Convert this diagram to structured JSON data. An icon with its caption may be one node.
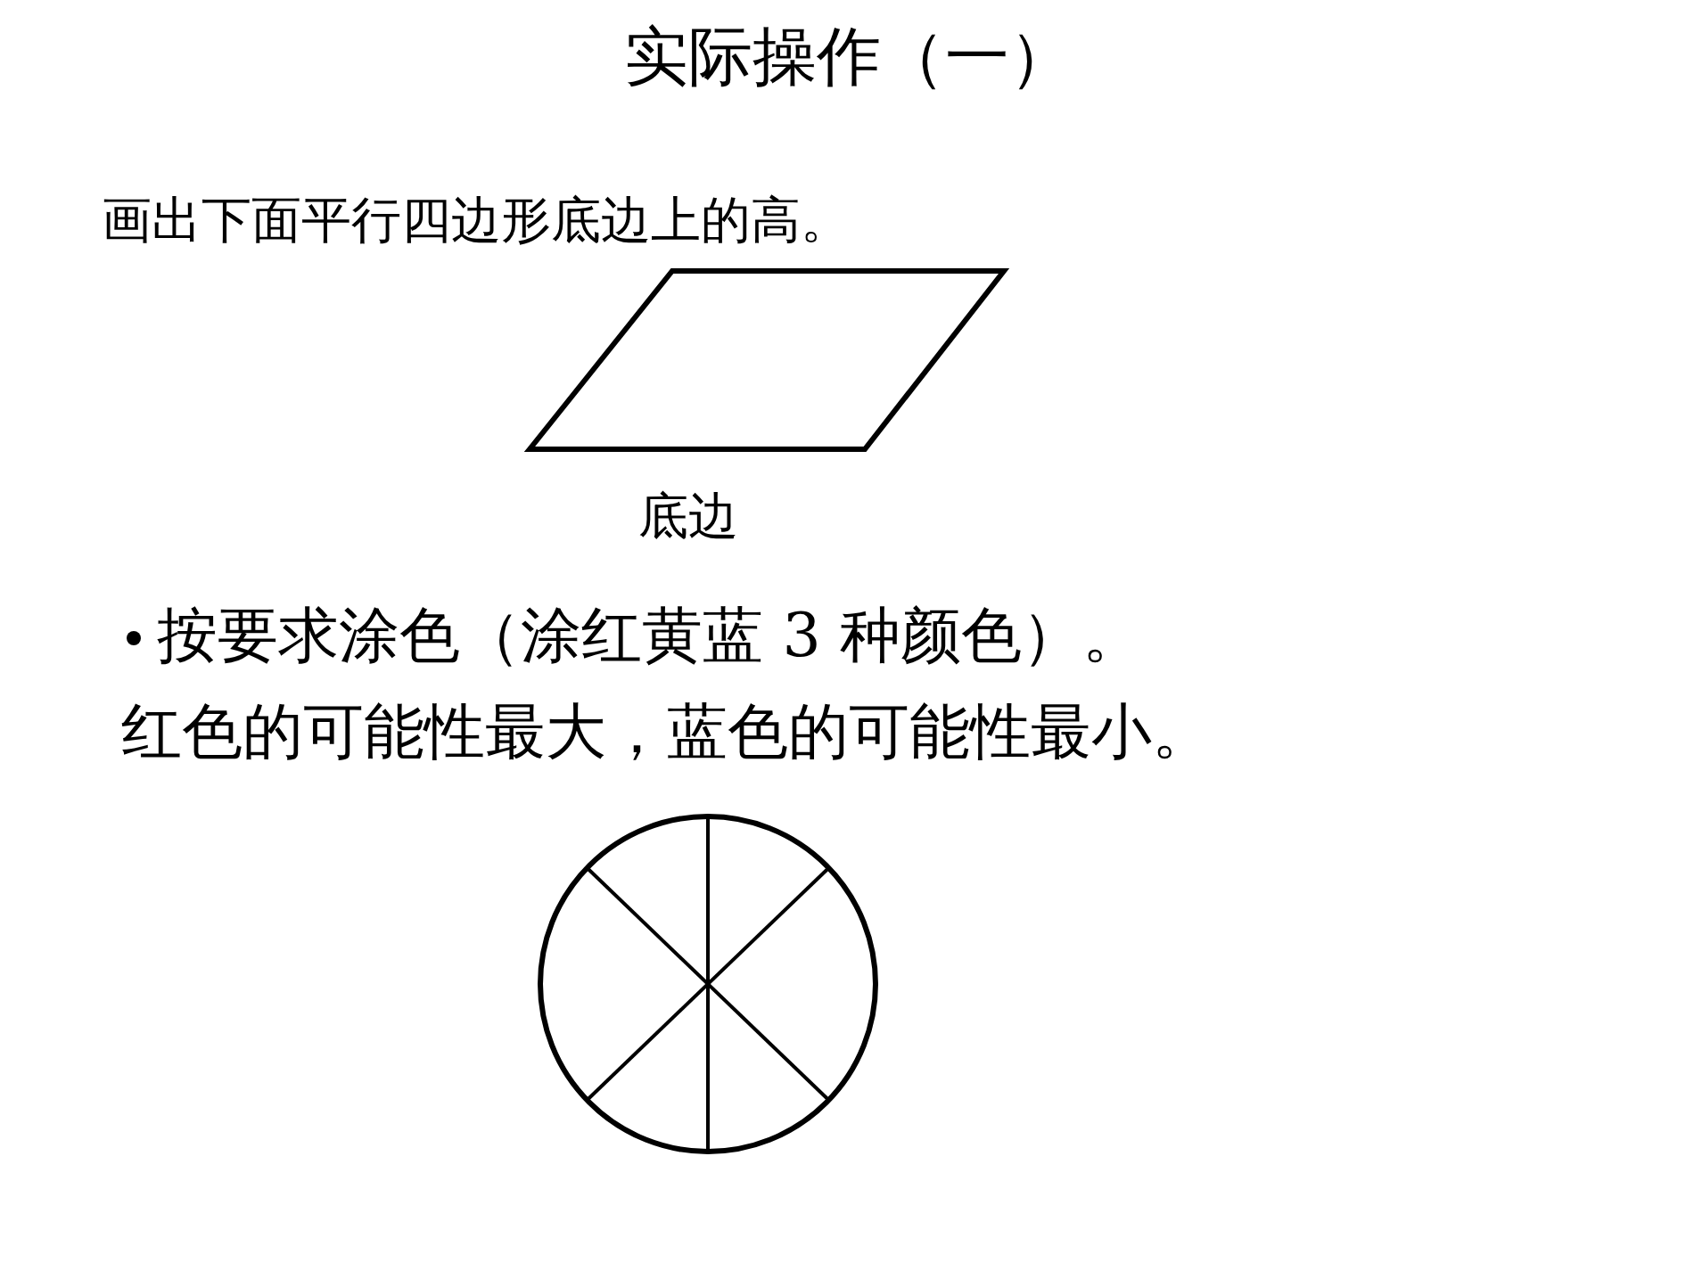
{
  "diagram": {
    "title": "实际操作（一）",
    "nodes": [
      {
        "text": [],
        "shape": "parallelogram",
        "beside": [
          "底边"
        ]
      },
      {
        "text": [],
        "shape": "circle"
      }
    ],
    "labels": [
      "画出下面平行四边形底边上的高。",
      "按要求涂色（涂红黄蓝 3 种颜色）。",
      "红色的可能性最大，蓝色的可能性最小。"
    ]
  }
}
